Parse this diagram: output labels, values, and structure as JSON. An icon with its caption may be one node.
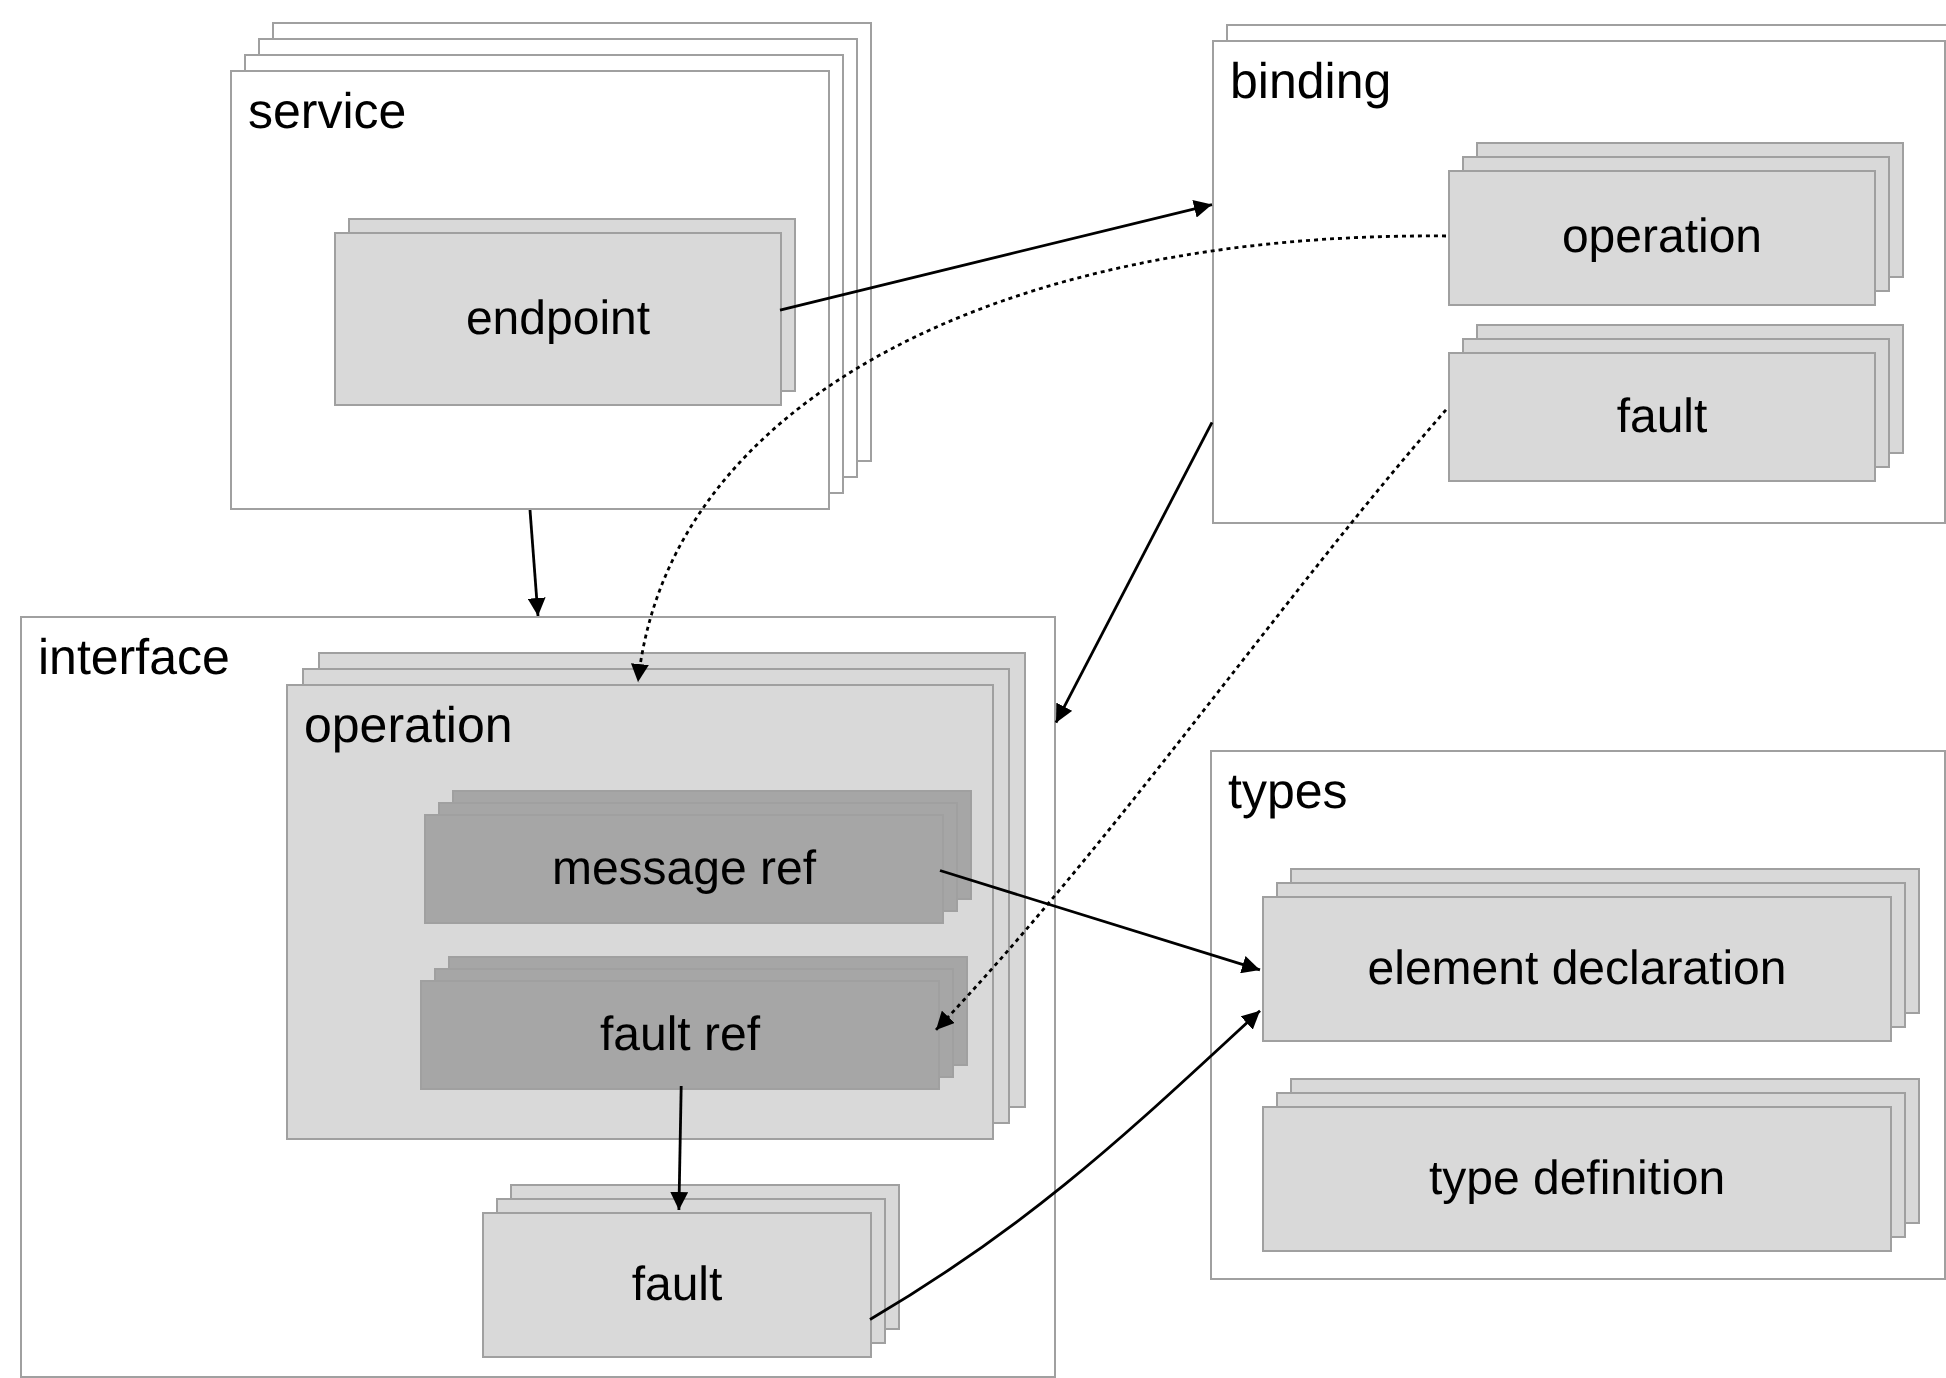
{
  "diagram": {
    "nodes": [
      {
        "text": [
          "service"
        ]
      },
      {
        "text": [
          "endpoint"
        ],
        "in": 0
      },
      {
        "text": [
          "binding"
        ]
      },
      {
        "text": [
          "operation"
        ],
        "in": 2
      },
      {
        "text": [
          "fault"
        ],
        "in": 2
      },
      {
        "text": [
          "interface"
        ]
      },
      {
        "text": [
          "operation"
        ],
        "in": 5
      },
      {
        "text": [
          "message ref"
        ],
        "in": 6
      },
      {
        "text": [
          "fault ref"
        ],
        "in": 6
      },
      {
        "text": [
          "fault"
        ],
        "in": 5
      },
      {
        "text": [
          "types"
        ]
      },
      {
        "text": [
          "element declaration"
        ],
        "in": 10
      },
      {
        "text": [
          "type definition"
        ],
        "in": 10
      }
    ],
    "edges": [
      {
        "from": 1,
        "to": 2,
        "arrow": "to"
      },
      {
        "from": 3,
        "to": 6,
        "arrow": "to",
        "style": "dashed"
      },
      {
        "from": 4,
        "to": 8,
        "arrow": "to",
        "style": "dashed"
      },
      {
        "from": 0,
        "to": 5,
        "arrow": "to"
      },
      {
        "from": 2,
        "to": 5,
        "arrow": "to"
      },
      {
        "from": 7,
        "to": 11,
        "arrow": "to"
      },
      {
        "from": 8,
        "to": 9,
        "arrow": "to"
      },
      {
        "from": 9,
        "to": 11,
        "arrow": "to"
      }
    ]
  }
}
